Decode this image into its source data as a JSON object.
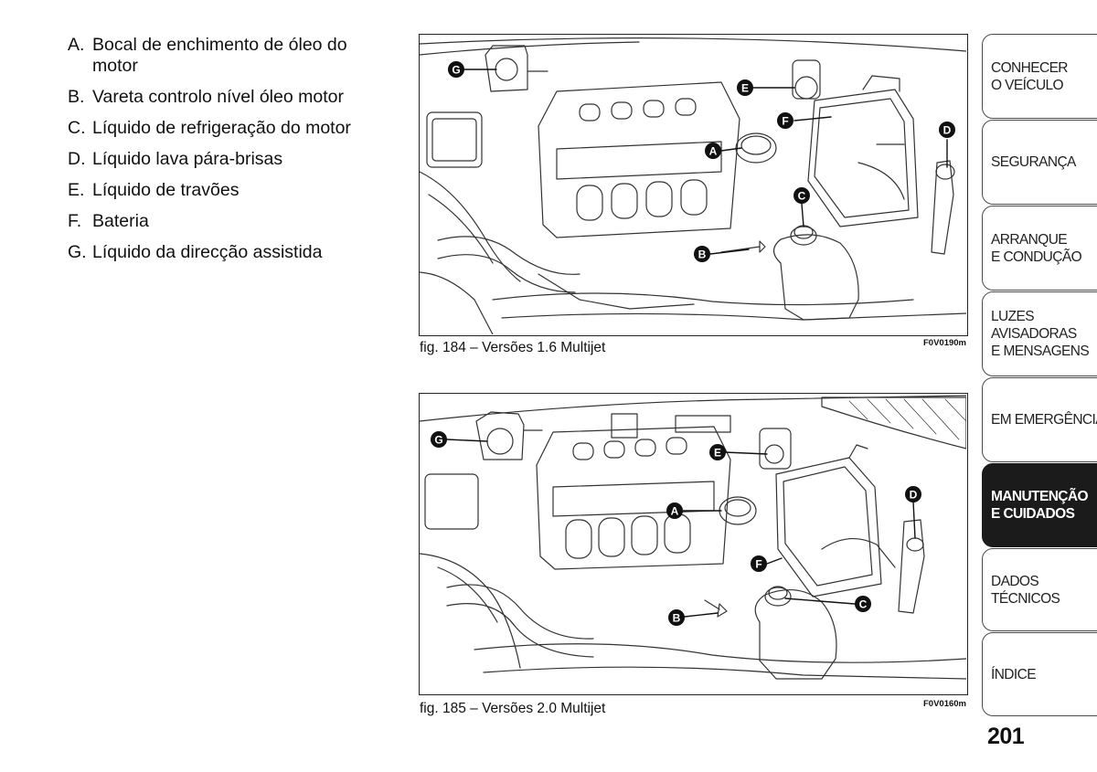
{
  "legend": [
    {
      "key": "A.",
      "text": "Bocal de enchimento de óleo do motor"
    },
    {
      "key": "B.",
      "text": "Vareta controlo nível óleo motor"
    },
    {
      "key": "C.",
      "text": "Líquido de refrigeração do motor"
    },
    {
      "key": "D.",
      "text": "Líquido lava pára-brisas"
    },
    {
      "key": "E.",
      "text": "Líquido de travões"
    },
    {
      "key": "F.",
      "text": "Bateria"
    },
    {
      "key": "G.",
      "text": "Líquido da direcção assistida"
    }
  ],
  "figures": [
    {
      "caption": "fig. 184 – Versões 1.6 Multijet",
      "code": "F0V0190m",
      "markers": [
        "G",
        "E",
        "F",
        "A",
        "D",
        "C",
        "B"
      ]
    },
    {
      "caption": "fig. 185 – Versões 2.0 Multijet",
      "code": "F0V0160m",
      "markers": [
        "G",
        "E",
        "A",
        "D",
        "F",
        "C",
        "B"
      ]
    }
  ],
  "tabs": [
    {
      "label": "CONHECER\nO VEÍCULO",
      "active": false
    },
    {
      "label": "SEGURANÇA",
      "active": false
    },
    {
      "label": "ARRANQUE\nE CONDUÇÃO",
      "active": false
    },
    {
      "label": "LUZES AVISADORAS\nE MENSAGENS",
      "active": false
    },
    {
      "label": "EM EMERGÊNCIA",
      "active": false
    },
    {
      "label": "MANUTENÇÃO\nE CUIDADOS",
      "active": true
    },
    {
      "label": "DADOS TÉCNICOS",
      "active": false
    },
    {
      "label": "ÍNDICE",
      "active": false
    }
  ],
  "page_number": "201"
}
